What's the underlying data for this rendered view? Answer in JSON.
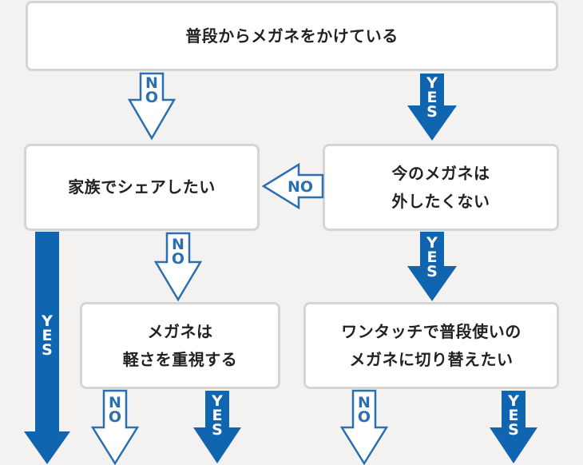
{
  "boxes": {
    "wear_glasses": "普段からメガネをかけている",
    "share_family": "家族でシェアしたい",
    "keep_glasses_line1": "今のメガネは",
    "keep_glasses_line2": "外したくない",
    "light_line1": "メガネは",
    "light_line2": "軽さを重視する",
    "switch_line1": "ワンタッチで普段使いの",
    "switch_line2": "メガネに切り替えたい"
  },
  "answers": {
    "yes": "YES",
    "no": "NO"
  },
  "colors": {
    "yes_fill": "#0f65b0",
    "no_stroke": "#2a6fb0",
    "no_fill": "#ffffff"
  }
}
